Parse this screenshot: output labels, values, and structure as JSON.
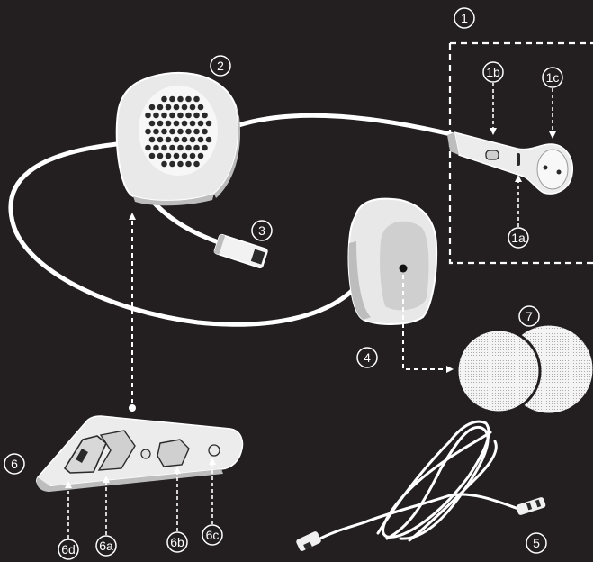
{
  "colors": {
    "background": "#231f20",
    "line": "#ffffff",
    "device_fill": "#f2f2f2",
    "device_shadow": "#c8c8c8",
    "grille_dot": "#2a2a2a"
  },
  "callouts": {
    "c1": "1",
    "c1a": "1a",
    "c1b": "1b",
    "c1c": "1c",
    "c2": "2",
    "c3": "3",
    "c4": "4",
    "c5": "5",
    "c6": "6",
    "c6a": "6a",
    "c6b": "6b",
    "c6c": "6c",
    "c6d": "6d",
    "c7": "7"
  }
}
